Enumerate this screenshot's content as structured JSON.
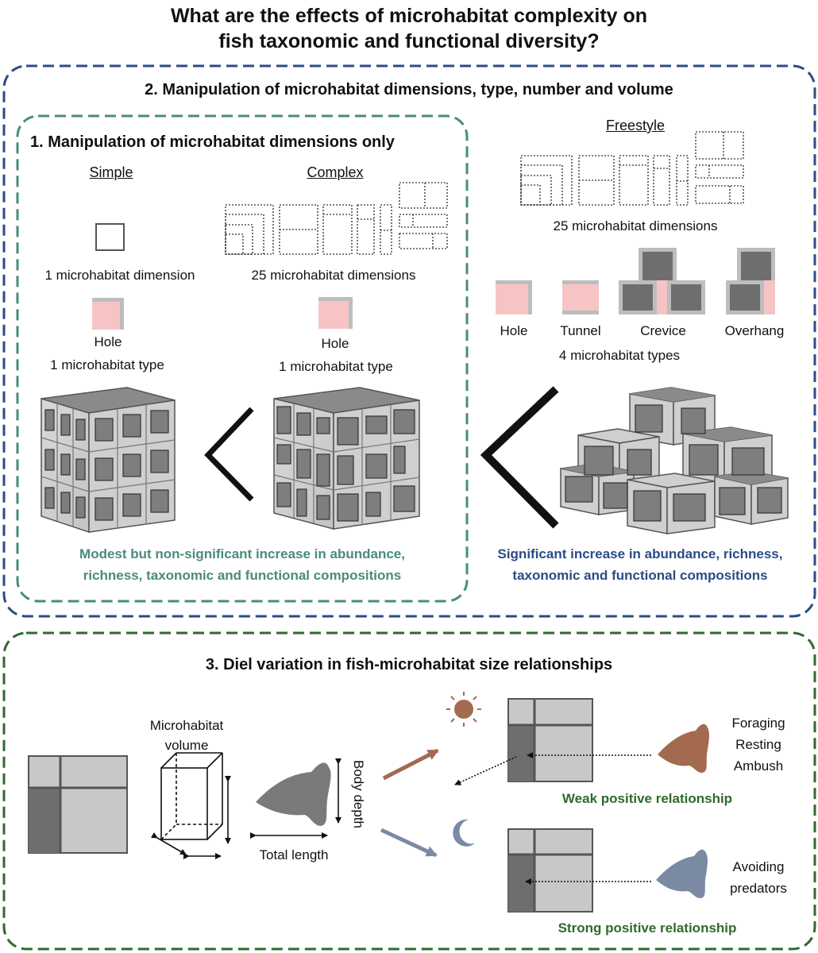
{
  "title": {
    "line1": "What are the effects of microhabitat complexity on",
    "line2": "fish taxonomic and functional diversity?"
  },
  "panel2": {
    "heading": "2. Manipulation of microhabitat dimensions, type, number and volume",
    "freestyle": {
      "label": "Freestyle",
      "dimensions": "25 microhabitat dimensions",
      "types": [
        "Hole",
        "Tunnel",
        "Crevice",
        "Overhang"
      ],
      "types_caption": "4 microhabitat types"
    },
    "result": {
      "line1": "Significant increase in abundance, richness,",
      "line2": "taxonomic and functional compositions"
    }
  },
  "panel1": {
    "heading": "1. Manipulation of microhabitat dimensions only",
    "simple": {
      "label": "Simple",
      "dimensions": "1 microhabitat dimension",
      "type_name": "Hole",
      "type_caption": "1 microhabitat type"
    },
    "complex": {
      "label": "Complex",
      "dimensions": "25 microhabitat dimensions",
      "type_name": "Hole",
      "type_caption": "1 microhabitat type"
    },
    "result": {
      "line1": "Modest but non-significant increase in abundance,",
      "line2": "richness, taxonomic and functional compositions"
    }
  },
  "panel3": {
    "heading": "3. Diel variation in fish-microhabitat size relationships",
    "volume_label": {
      "line1": "Microhabitat",
      "line2": "volume"
    },
    "body_depth": "Body depth",
    "total_length": "Total length",
    "day": {
      "behaviours": [
        "Foraging",
        "Resting",
        "Ambush"
      ],
      "relationship": "Weak positive relationship"
    },
    "night": {
      "behaviours": [
        "Avoiding",
        "predators"
      ],
      "relationship": "Strong positive relationship"
    }
  },
  "colors": {
    "outer_border": "#2a4c86",
    "inner_border": "#4a8a80",
    "diel_border": "#2f6a2d",
    "hole_pink": "#f7c4c6",
    "hole_frame": "#bdbdbd",
    "rock_dark": "#6e6e6e",
    "sun": "#a36a4f",
    "moon": "#7a8aa3",
    "fish_day": "#a36a4f",
    "fish_night": "#7a8aa3"
  },
  "icons": [
    "sun-icon",
    "moon-icon",
    "fish-icon",
    "cube-icon",
    "chevron-left-icon",
    "arrow-icon"
  ]
}
